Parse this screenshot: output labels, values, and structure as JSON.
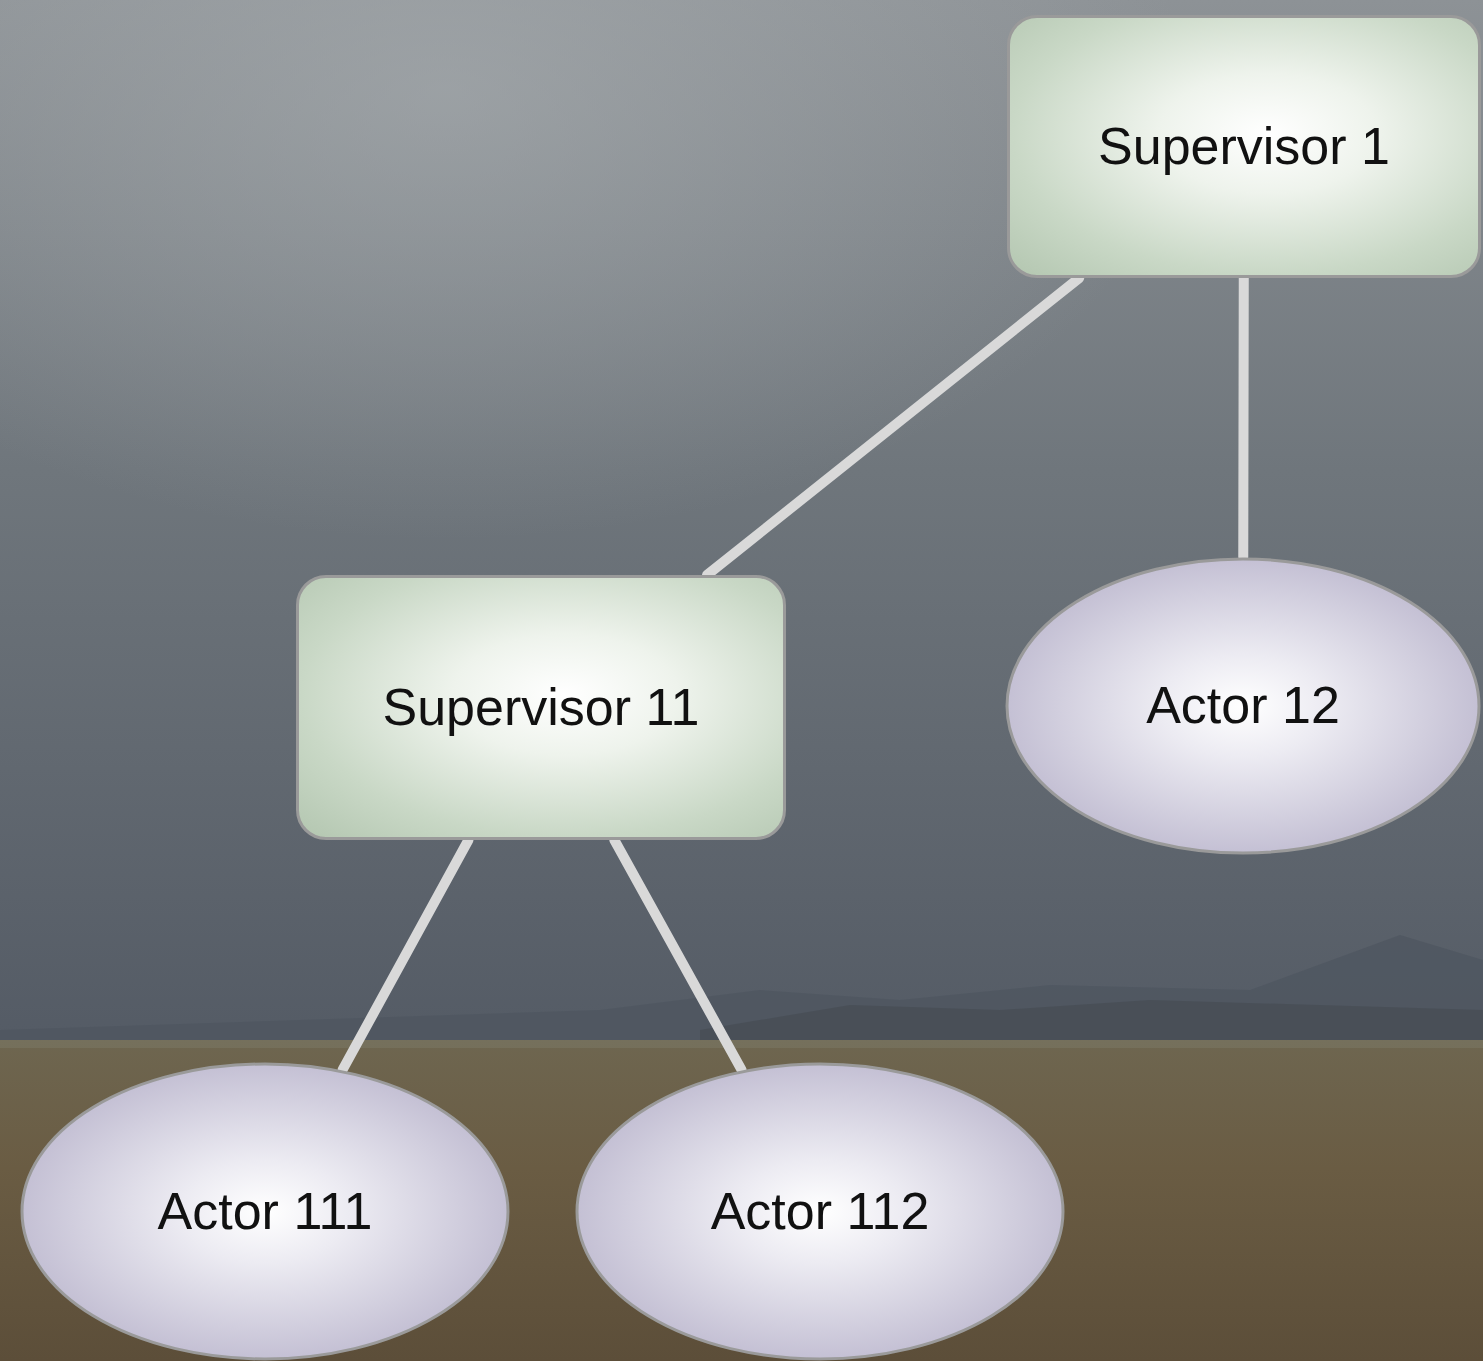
{
  "diagram": {
    "nodes": [
      {
        "text": [
          "Supervisor 1"
        ]
      },
      {
        "text": [
          "Supervisor 11"
        ]
      },
      {
        "text": [
          "Actor 12"
        ]
      },
      {
        "text": [
          "Actor 111"
        ]
      },
      {
        "text": [
          "Actor 112"
        ]
      }
    ],
    "edges": [
      {
        "from": 0,
        "to": 1,
        "arrow": "none"
      },
      {
        "from": 0,
        "to": 2,
        "arrow": "none"
      },
      {
        "from": 1,
        "to": 3,
        "arrow": "none"
      },
      {
        "from": 1,
        "to": 4,
        "arrow": "none"
      }
    ]
  }
}
